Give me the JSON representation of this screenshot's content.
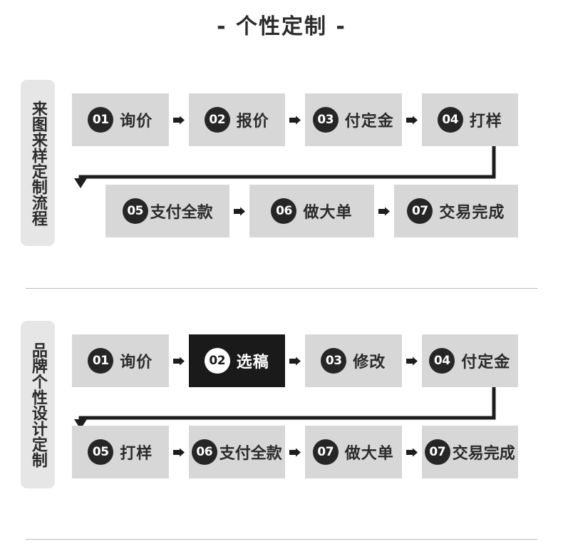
{
  "page": {
    "title": "- 个性定制 -",
    "background_color": "#ffffff",
    "box_color": "#d7d7d7",
    "badge_color": "#262626",
    "active_box_color": "#1a1a1a",
    "label_tab_color": "#e6e6e6",
    "divider_color": "#b9b9b9",
    "arrow_icon": "arrow-right-triangle"
  },
  "flows": [
    {
      "side_label": "来图来样定制流程",
      "rows": [
        {
          "steps": [
            {
              "number": "01",
              "label": "询价",
              "active": false
            },
            {
              "number": "02",
              "label": "报价",
              "active": false
            },
            {
              "number": "03",
              "label": "付定金",
              "active": false
            },
            {
              "number": "04",
              "label": "打样",
              "active": false
            }
          ]
        },
        {
          "steps": [
            {
              "number": "05",
              "label": "支付全款",
              "active": false
            },
            {
              "number": "06",
              "label": "做大单",
              "active": false
            },
            {
              "number": "07",
              "label": "交易完成",
              "active": false
            }
          ]
        }
      ]
    },
    {
      "side_label": "品牌个性设计定制",
      "rows": [
        {
          "steps": [
            {
              "number": "01",
              "label": "询价",
              "active": false
            },
            {
              "number": "02",
              "label": "选稿",
              "active": true
            },
            {
              "number": "03",
              "label": "修改",
              "active": false
            },
            {
              "number": "04",
              "label": "付定金",
              "active": false
            }
          ]
        },
        {
          "steps": [
            {
              "number": "05",
              "label": "打样",
              "active": false
            },
            {
              "number": "06",
              "label": "支付全款",
              "active": false
            },
            {
              "number": "07",
              "label": "做大单",
              "active": false
            },
            {
              "number": "07",
              "label": "交易完成",
              "active": false
            }
          ]
        }
      ]
    }
  ]
}
